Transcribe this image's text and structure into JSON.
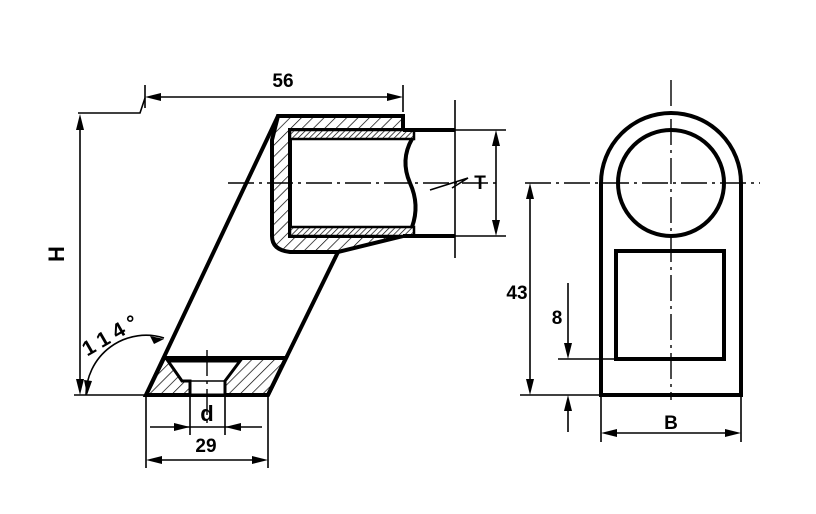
{
  "drawing": {
    "side_view": {
      "dimensions": {
        "top_width": "56",
        "height": "H",
        "angle": "114°",
        "base_width": "29",
        "hole_diameter": "d",
        "tube_thickness": "T"
      }
    },
    "front_view": {
      "dimensions": {
        "center_height": "43",
        "window_offset": "8",
        "width": "B"
      }
    }
  }
}
